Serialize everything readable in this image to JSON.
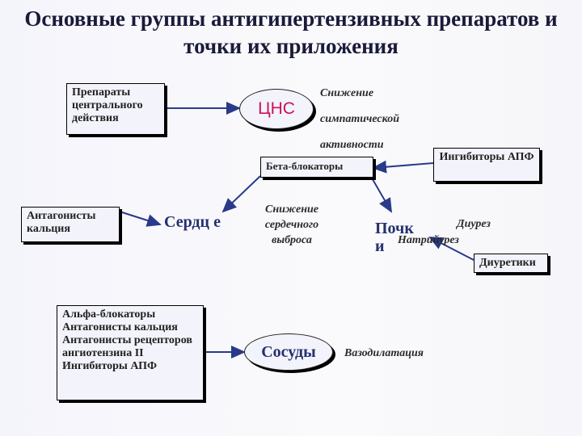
{
  "title": "Основные группы антигипертензивных препаратов и точки их приложения",
  "boxes": {
    "central": "Препараты центрального действия",
    "beta": "Бета-блокаторы",
    "ace": "Ингибиторы АПФ",
    "calcium": "Антагонисты кальция",
    "diuretics": "Диуретики",
    "alpha_group": "Альфа-блокаторы Антагонисты кальция Антагонисты рецепторов ангиотензина II Ингибиторы АПФ"
  },
  "organs": {
    "cns": "ЦНС",
    "heart": "Сердц е",
    "kidney": "Почк и",
    "vessels": "Сосуды"
  },
  "effects": {
    "sympathetic": "Снижение симпатической активности",
    "cardiac_output": "Снижение сердечного выброса",
    "diuresis": "Диурез",
    "natriuresis": "Натрийурез",
    "vasodilation": "Вазодилатация"
  },
  "colors": {
    "cns_text": "#cc1155",
    "organ_text": "#243070",
    "arrow": "#2a3a8a"
  }
}
